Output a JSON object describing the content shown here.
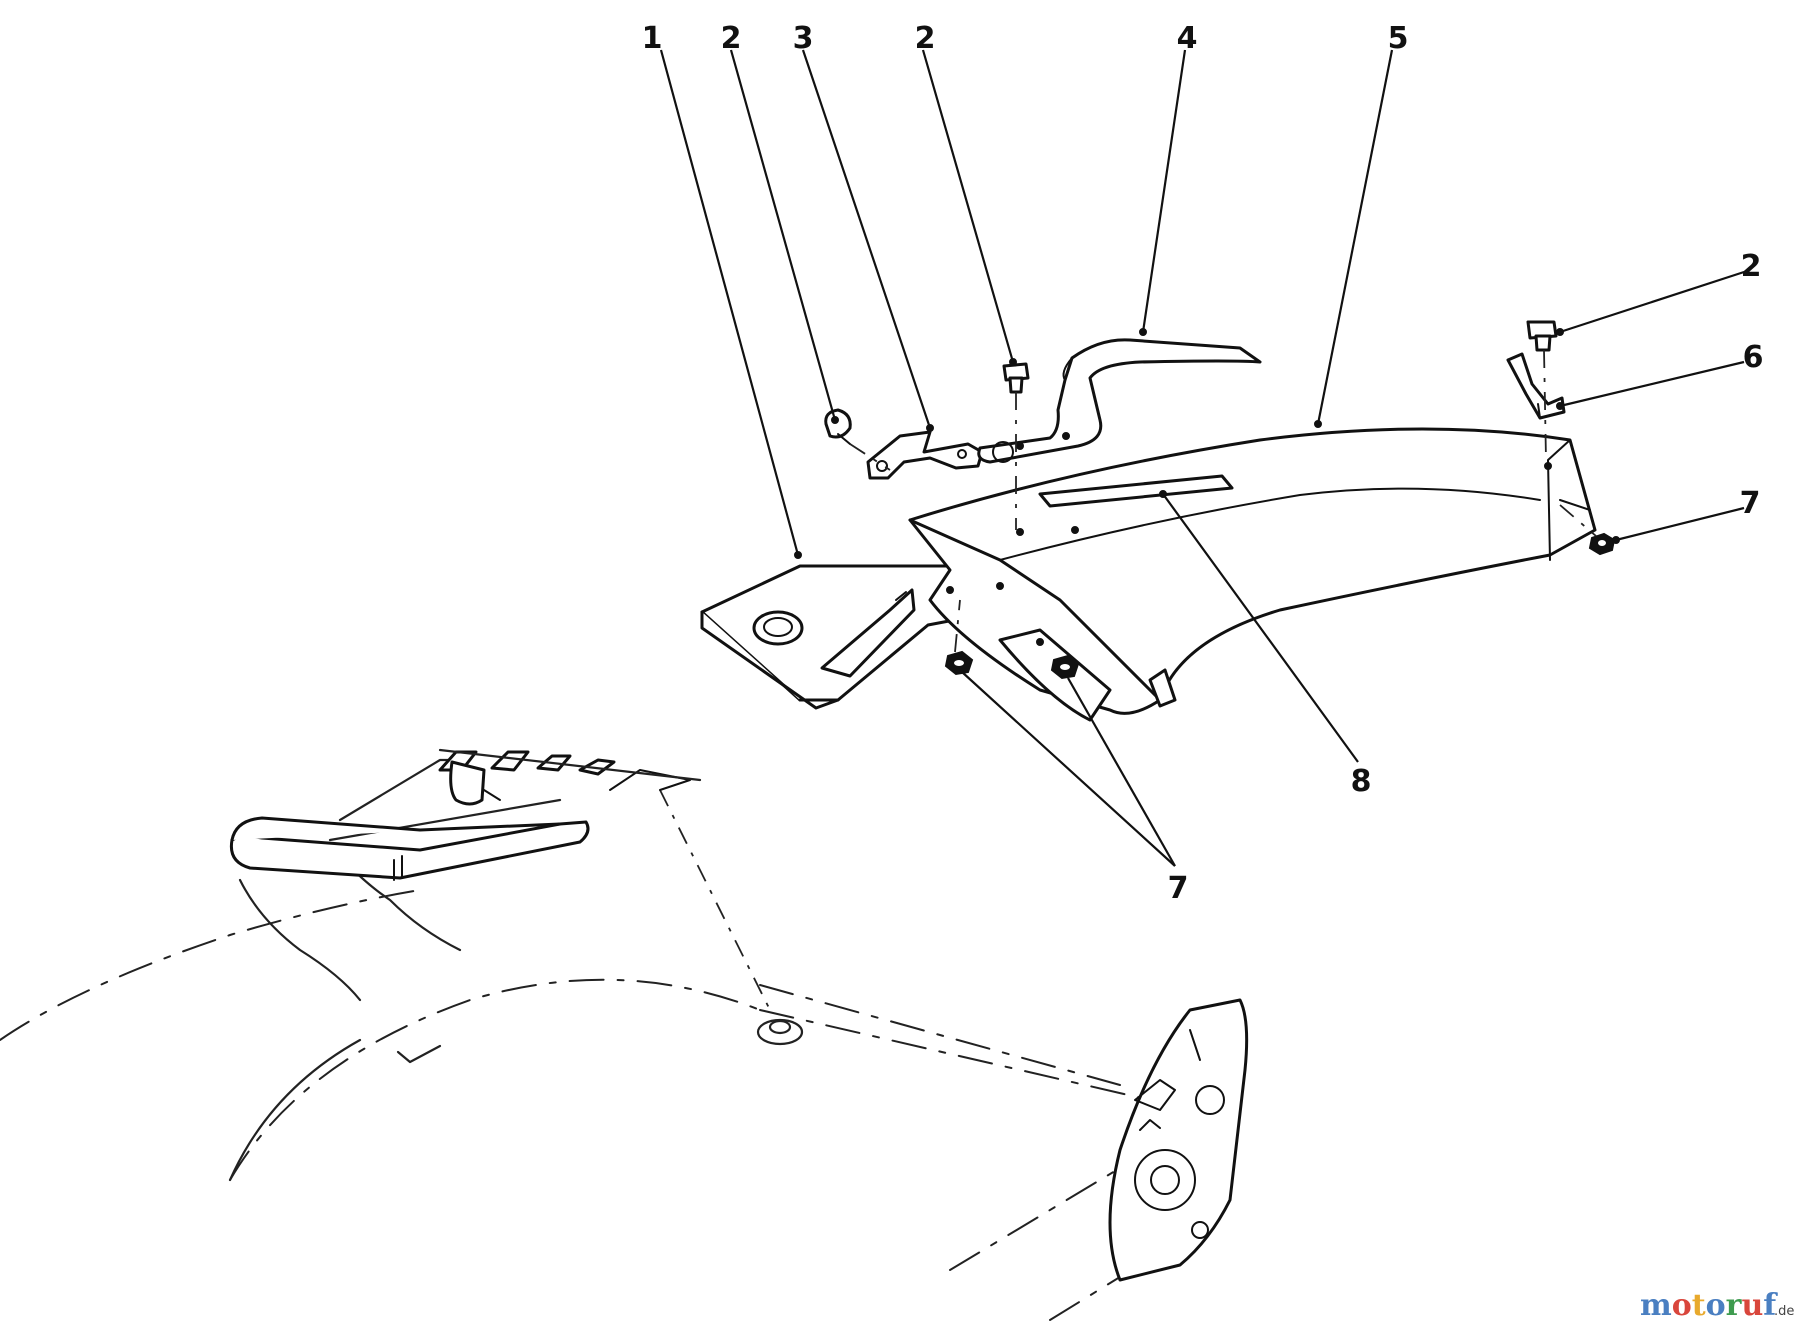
{
  "diagram": {
    "callouts": [
      {
        "id": "c1a",
        "label": "1"
      },
      {
        "id": "c2a",
        "label": "2"
      },
      {
        "id": "c3a",
        "label": "3"
      },
      {
        "id": "c2b",
        "label": "2"
      },
      {
        "id": "c4a",
        "label": "4"
      },
      {
        "id": "c5a",
        "label": "5"
      },
      {
        "id": "c2c",
        "label": "2"
      },
      {
        "id": "c6a",
        "label": "6"
      },
      {
        "id": "c7a",
        "label": "7"
      },
      {
        "id": "c8a",
        "label": "8"
      },
      {
        "id": "c7b",
        "label": "7"
      }
    ]
  },
  "watermark": {
    "letters": [
      "m",
      "o",
      "t",
      "o",
      "r",
      "u",
      "f"
    ],
    "letter_colors": [
      "#4a7fc1",
      "#d9463c",
      "#e8a92c",
      "#4a7fc1",
      "#3e9b4f",
      "#d9463c",
      "#4a7fc1"
    ],
    "suffix": ".de"
  }
}
